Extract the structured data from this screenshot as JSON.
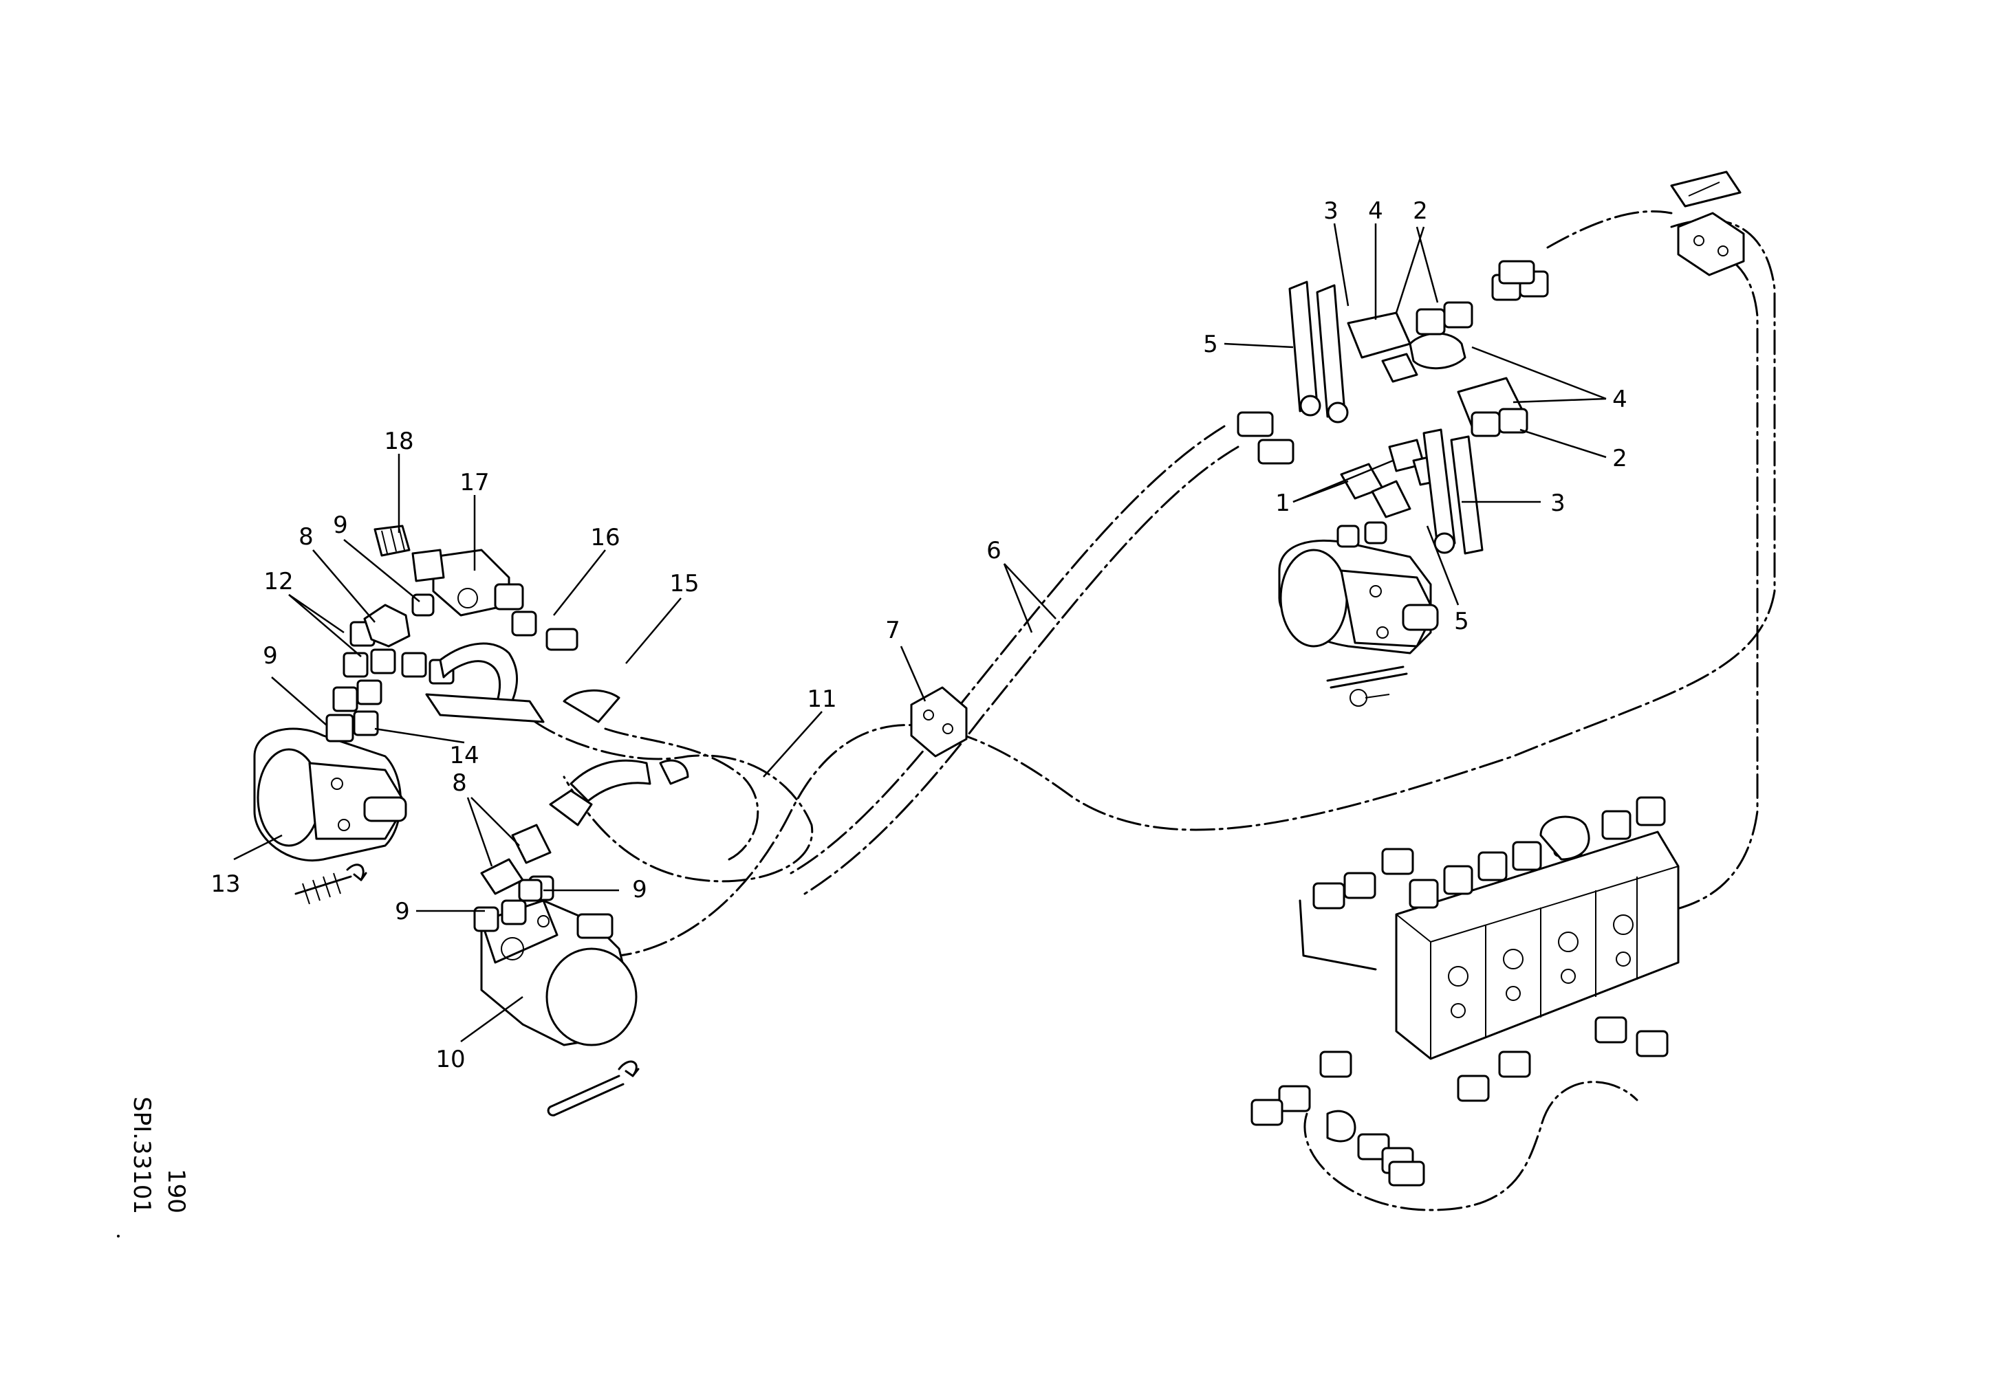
{
  "callouts": {
    "c1": "1",
    "c2a": "2",
    "c2b": "2",
    "c3a": "3",
    "c3b": "3",
    "c4a": "4",
    "c4b": "4",
    "c5a": "5",
    "c5b": "5",
    "c6": "6",
    "c7": "7",
    "c8a": "8",
    "c8b": "8",
    "c9a": "9",
    "c9b": "9",
    "c9c": "9",
    "c9d": "9",
    "c10": "10",
    "c11": "11",
    "c12": "12",
    "c13": "13",
    "c14": "14",
    "c15": "15",
    "c16": "16",
    "c17": "17",
    "c18": "18"
  },
  "reference": {
    "page_number": "190",
    "drawing_code": "SPI.33101"
  }
}
